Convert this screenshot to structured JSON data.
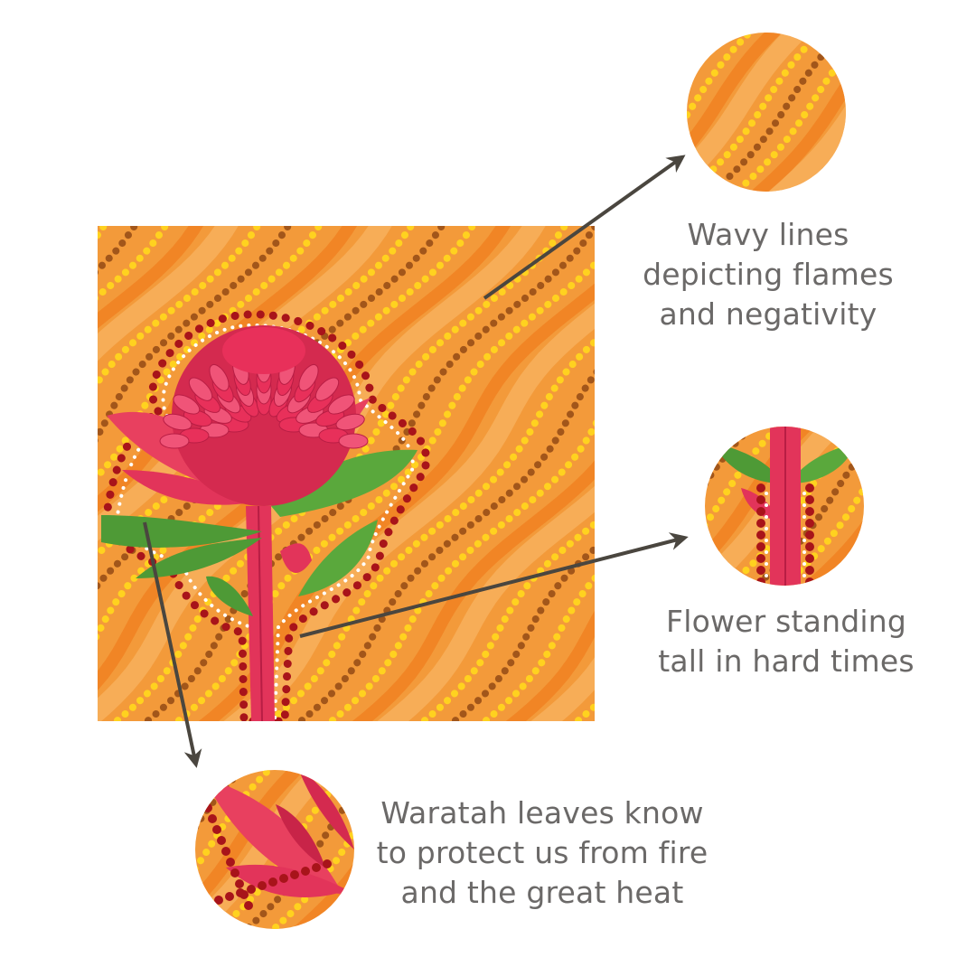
{
  "annotations": {
    "flames": {
      "lines": [
        "Wavy lines",
        "depicting flames",
        "and negativity"
      ]
    },
    "flower": {
      "lines": [
        "Flower standing",
        "tall in hard times"
      ]
    },
    "leaves": {
      "lines": [
        "Waratah leaves know",
        "to protect us from fire",
        "and the great heat"
      ]
    }
  },
  "colors": {
    "background": "#ffffff",
    "canvas_orange": "#f39a3a",
    "wave_light": "#f8b25f",
    "dot_yellow": "#ffd21f",
    "dot_brown": "#a2561a",
    "dot_red": "#a8141a",
    "flower_pink": "#e2345a",
    "leaf_green": "#4e9a36",
    "arrow": "#4a463f",
    "caption_text": "#6b6968"
  },
  "icons": {
    "arrow_head": "arrow-head-icon",
    "flower": "waratah-flower-icon",
    "leaf": "leaf-icon"
  }
}
